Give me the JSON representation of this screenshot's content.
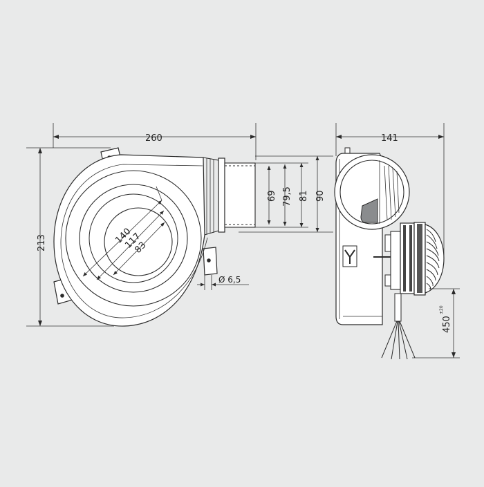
{
  "background": "#e9eaea",
  "line_color": "#2a2a2a",
  "dimensions": {
    "total_width": "260",
    "depth": "141",
    "height": "213",
    "outlet_d1": "69",
    "outlet_d2": "79,5",
    "outlet_d3": "81",
    "outlet_d4": "90",
    "inlet_d1": "140",
    "inlet_d2": "117",
    "inlet_d3": "83",
    "hole": "Ø 6,5",
    "cable_length": "450",
    "cable_tolerance": "±20"
  }
}
